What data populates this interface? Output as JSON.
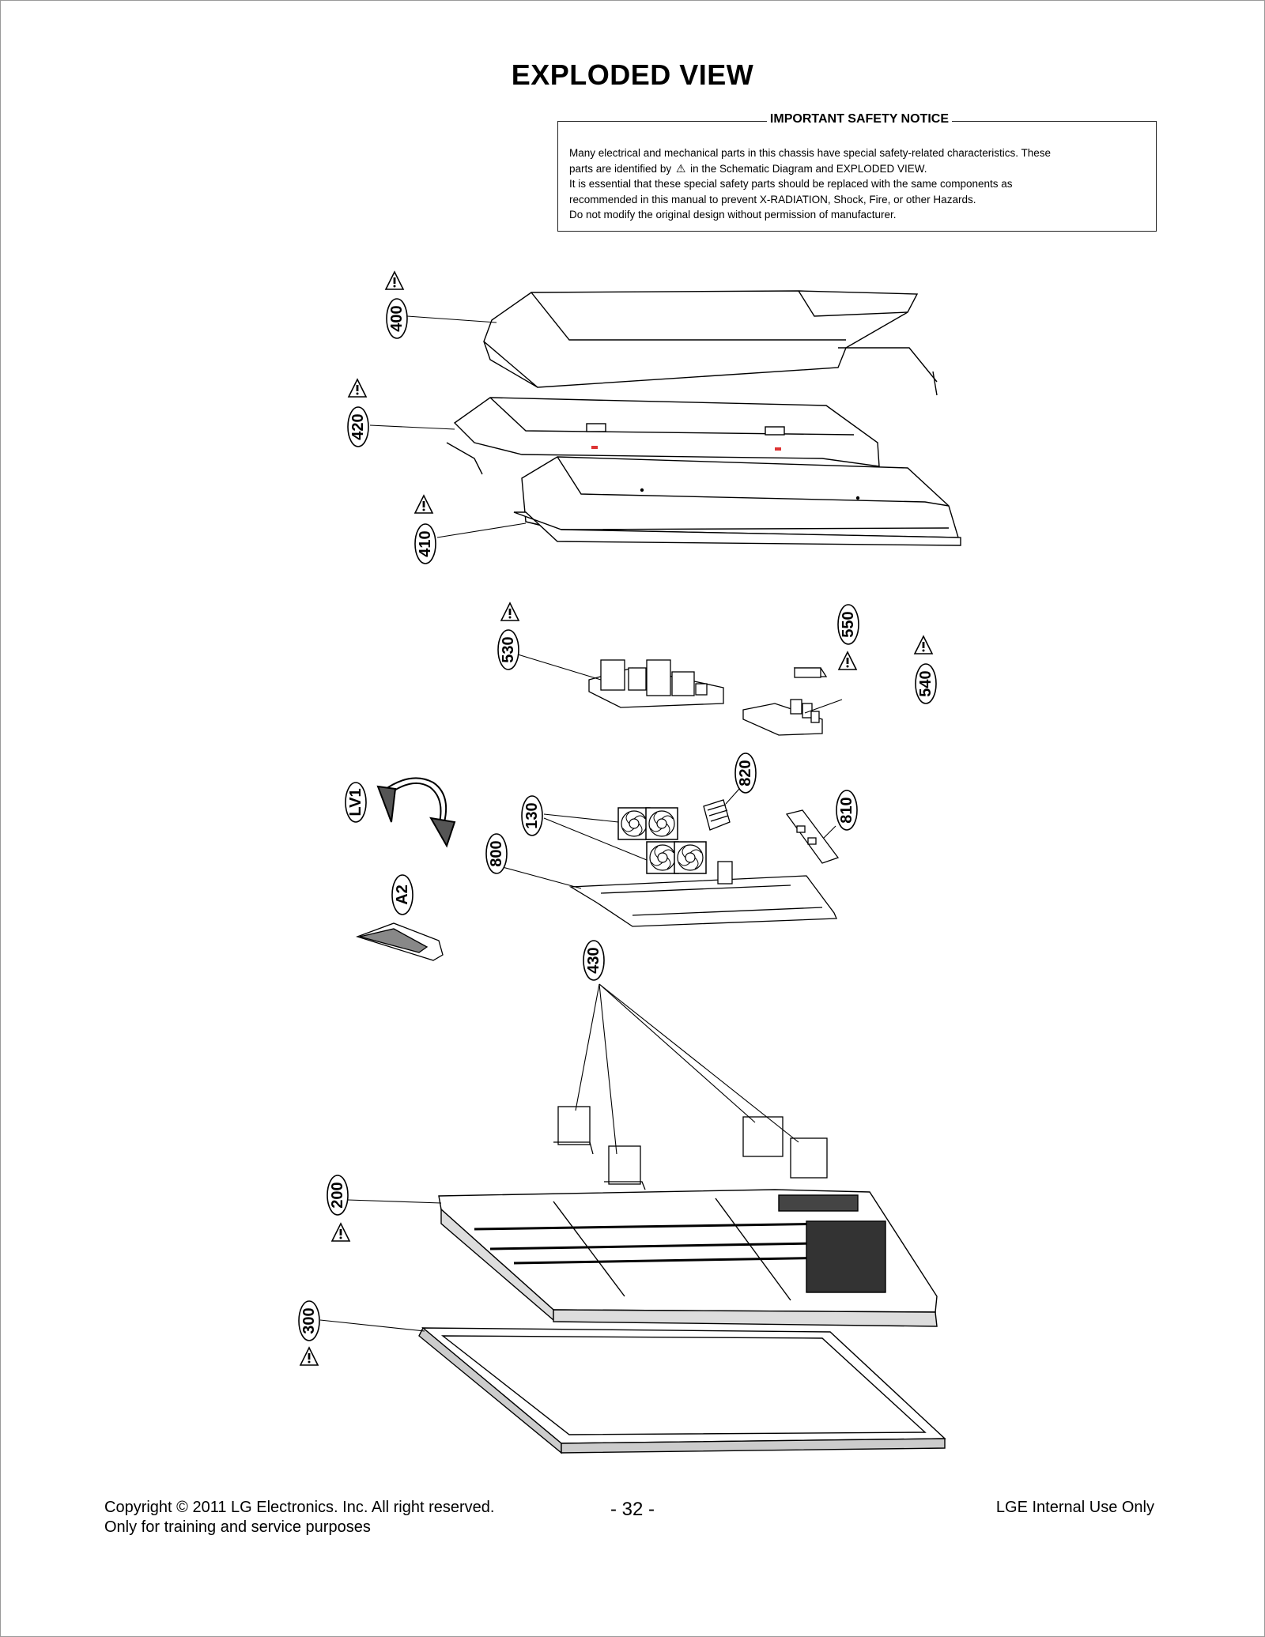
{
  "page": {
    "title": "EXPLODED VIEW"
  },
  "notice": {
    "title": "IMPORTANT SAFETY NOTICE",
    "line1": "Many electrical and mechanical parts in this chassis have special safety-related characteristics. These",
    "line2a": "parts are identified by",
    "line2b": "in the Schematic Diagram and EXPLODED VIEW.",
    "line3": "It is essential that these special safety parts should be replaced with the same components as",
    "line4": "recommended in this manual to prevent X-RADIATION, Shock, Fire, or other Hazards.",
    "line5": "Do not modify the original design without permission of manufacturer."
  },
  "parts": [
    {
      "label": "400",
      "safety": true
    },
    {
      "label": "420",
      "safety": true
    },
    {
      "label": "410",
      "safety": true
    },
    {
      "label": "530",
      "safety": true
    },
    {
      "label": "550",
      "safety": true
    },
    {
      "label": "540",
      "safety": true
    },
    {
      "label": "LV1",
      "safety": false
    },
    {
      "label": "130",
      "safety": false
    },
    {
      "label": "820",
      "safety": false
    },
    {
      "label": "810",
      "safety": false
    },
    {
      "label": "800",
      "safety": false
    },
    {
      "label": "A2",
      "safety": false
    },
    {
      "label": "430",
      "safety": false
    },
    {
      "label": "200",
      "safety": true
    },
    {
      "label": "300",
      "safety": true
    }
  ],
  "footer": {
    "copyright": "Copyright  © 2011  LG Electronics. Inc. All right reserved.",
    "purpose": "Only for training and service purposes",
    "page_number": "- 32 -",
    "internal": "LGE Internal Use Only"
  }
}
